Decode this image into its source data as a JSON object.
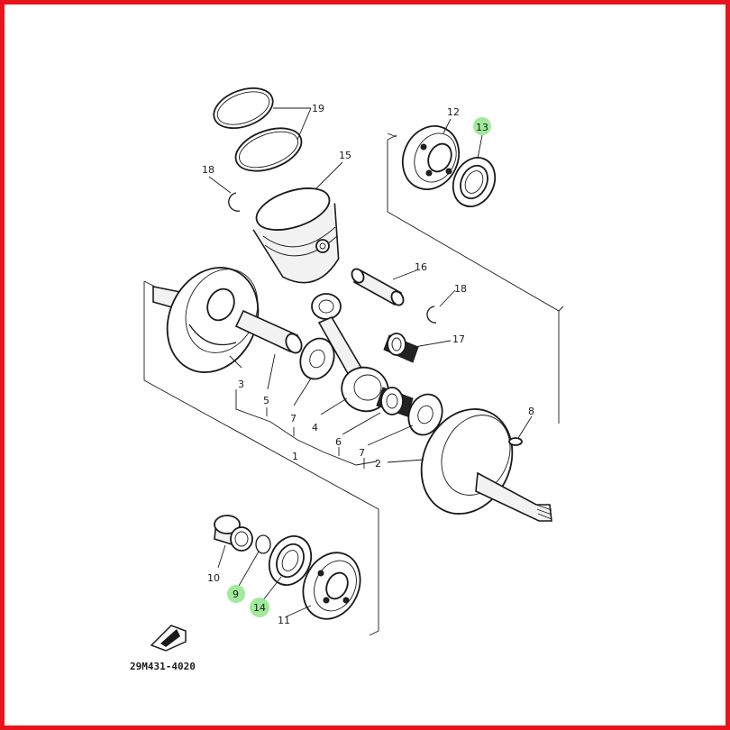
{
  "diagram": {
    "code": "29M431-4020",
    "callouts": [
      "1",
      "2",
      "3",
      "4",
      "5",
      "6",
      "7",
      "7",
      "8",
      "9",
      "10",
      "11",
      "12",
      "13",
      "14",
      "15",
      "16",
      "17",
      "18",
      "18",
      "19"
    ],
    "highlighted": [
      "9",
      "13",
      "14"
    ],
    "colors": {
      "border": "#e8131b",
      "highlight": "#8ee68a",
      "ink": "#1a1a1a"
    },
    "icons": [
      "fwd-arrow-icon"
    ]
  }
}
